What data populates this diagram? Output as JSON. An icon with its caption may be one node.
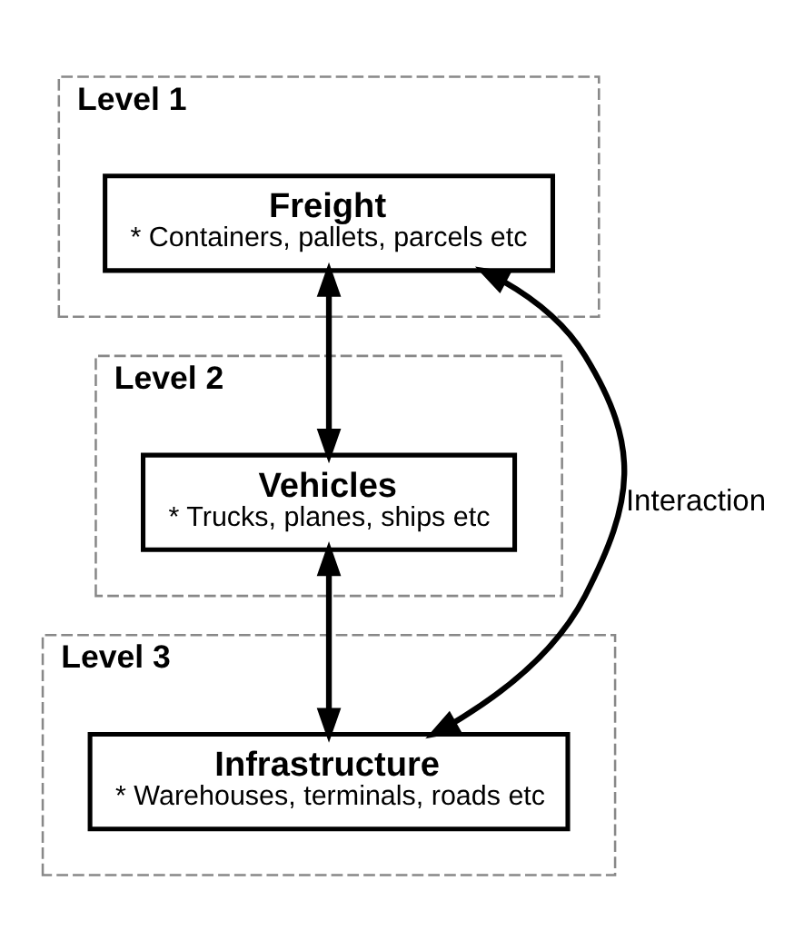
{
  "diagram": {
    "nodes": [
      {
        "text": [
          "Level 1"
        ]
      },
      {
        "text": [
          "Freight",
          "* Containers, pallets, parcels etc"
        ],
        "in": 0
      },
      {
        "text": [
          "Level 2"
        ]
      },
      {
        "text": [
          "Vehicles",
          "* Trucks, planes, ships etc"
        ],
        "in": 2
      },
      {
        "text": [
          "Level 3"
        ]
      },
      {
        "text": [
          "Infrastructure",
          "* Warehouses, terminals, roads etc"
        ],
        "in": 4
      }
    ],
    "edges": [
      {
        "from": 1,
        "to": 3,
        "arrow": "both"
      },
      {
        "from": 3,
        "to": 5,
        "arrow": "both"
      },
      {
        "from": 1,
        "to": 5,
        "arrow": "both",
        "label": "Interaction"
      }
    ]
  }
}
